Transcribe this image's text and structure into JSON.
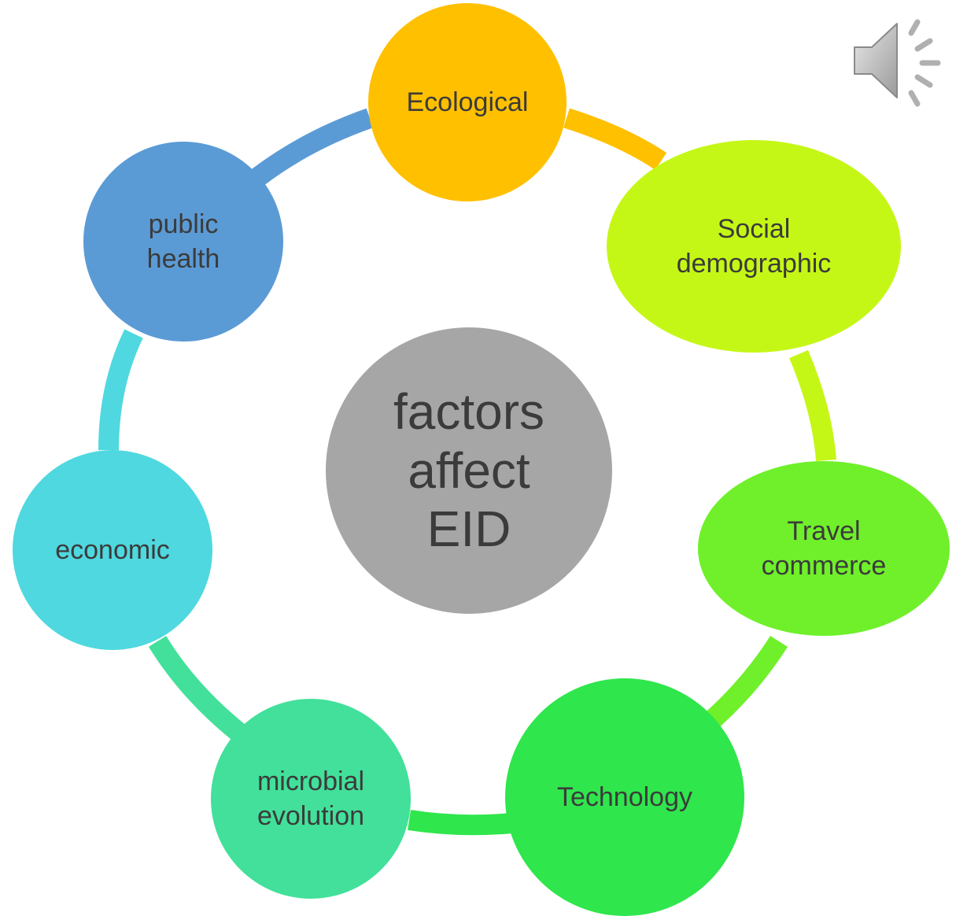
{
  "diagram": {
    "center": {
      "label": "factors\naffect\nEID",
      "color": "#a6a6a6"
    },
    "nodes": [
      {
        "id": "ecological",
        "label": "Ecological",
        "color": "#ffc000"
      },
      {
        "id": "social",
        "label": "Social\ndemographic",
        "color": "#c5f716"
      },
      {
        "id": "travel",
        "label": "Travel\ncommerce",
        "color": "#6ff02a"
      },
      {
        "id": "technology",
        "label": "Technology",
        "color": "#2fe64c"
      },
      {
        "id": "microbial",
        "label": "microbial\nevolution",
        "color": "#42e09a"
      },
      {
        "id": "economic",
        "label": "economic",
        "color": "#4fd8df"
      },
      {
        "id": "public",
        "label": "public\nhealth",
        "color": "#5b9bd5"
      }
    ]
  },
  "icons": {
    "speaker": "speaker-audio-icon"
  }
}
